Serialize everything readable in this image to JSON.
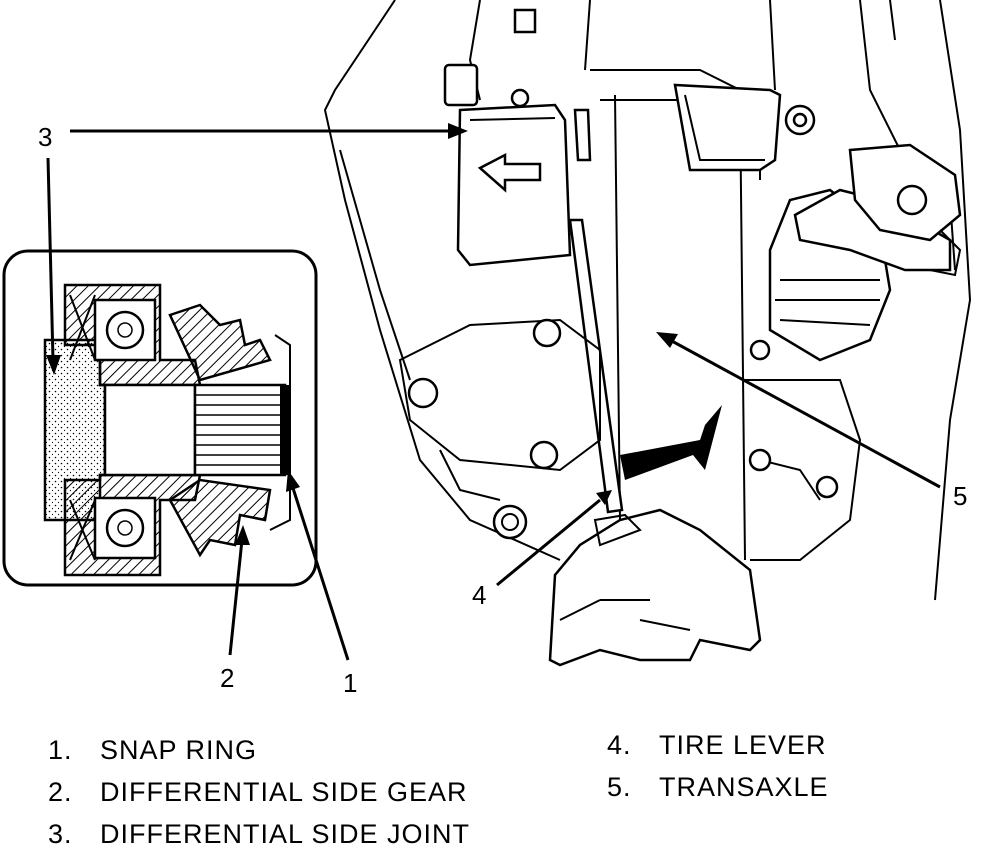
{
  "callouts": {
    "c1": "1",
    "c2": "2",
    "c3": "3",
    "c4": "4",
    "c5": "5"
  },
  "legend": [
    {
      "num": "1.",
      "text": "SNAP RING"
    },
    {
      "num": "2.",
      "text": "DIFFERENTIAL SIDE GEAR"
    },
    {
      "num": "3.",
      "text": "DIFFERENTIAL SIDE JOINT"
    },
    {
      "num": "4.",
      "text": "TIRE LEVER"
    },
    {
      "num": "5.",
      "text": "TRANSAXLE"
    }
  ]
}
